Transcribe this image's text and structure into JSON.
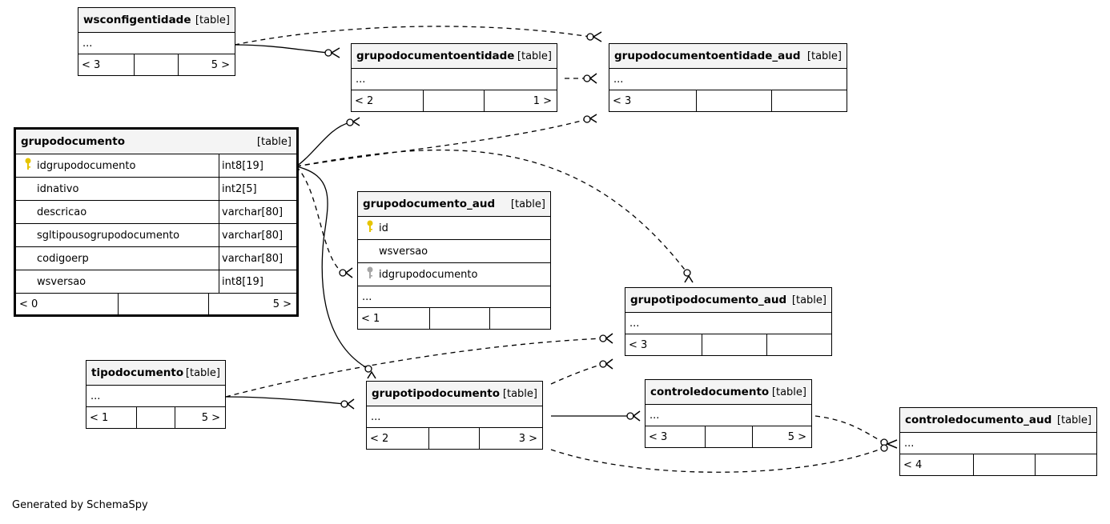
{
  "tables": {
    "wsconfigentidade": {
      "name": "wsconfigentidade",
      "kind": "[table]",
      "ellipsis": "...",
      "foot_left": "< 3",
      "foot_right": "5 >"
    },
    "grupodocumentoentidade": {
      "name": "grupodocumentoentidade",
      "kind": "[table]",
      "ellipsis": "...",
      "foot_left": "< 2",
      "foot_right": "1 >"
    },
    "grupodocumentoentidade_aud": {
      "name": "grupodocumentoentidade_aud",
      "kind": "[table]",
      "ellipsis": "...",
      "foot_left": "< 3",
      "foot_right": ""
    },
    "grupodocumento": {
      "name": "grupodocumento",
      "kind": "[table]",
      "columns": [
        {
          "name": "idgrupodocumento",
          "type": "int8[19]",
          "key": "primary"
        },
        {
          "name": "idnativo",
          "type": "int2[5]",
          "key": ""
        },
        {
          "name": "descricao",
          "type": "varchar[80]",
          "key": ""
        },
        {
          "name": "sgltipousogrupodocumento",
          "type": "varchar[80]",
          "key": ""
        },
        {
          "name": "codigoerp",
          "type": "varchar[80]",
          "key": ""
        },
        {
          "name": "wsversao",
          "type": "int8[19]",
          "key": ""
        }
      ],
      "foot_left": "< 0",
      "foot_right": "5 >"
    },
    "grupodocumento_aud": {
      "name": "grupodocumento_aud",
      "kind": "[table]",
      "columns": [
        {
          "name": "id",
          "key": "primary"
        },
        {
          "name": "wsversao",
          "key": ""
        },
        {
          "name": "idgrupodocumento",
          "key": "foreign"
        }
      ],
      "ellipsis": "...",
      "foot_left": "< 1",
      "foot_right": ""
    },
    "grupotipodocumento_aud": {
      "name": "grupotipodocumento_aud",
      "kind": "[table]",
      "ellipsis": "...",
      "foot_left": "< 3",
      "foot_right": ""
    },
    "tipodocumento": {
      "name": "tipodocumento",
      "kind": "[table]",
      "ellipsis": "...",
      "foot_left": "< 1",
      "foot_right": "5 >"
    },
    "grupotipodocumento": {
      "name": "grupotipodocumento",
      "kind": "[table]",
      "ellipsis": "...",
      "foot_left": "< 2",
      "foot_right": "3 >"
    },
    "controledocumento": {
      "name": "controledocumento",
      "kind": "[table]",
      "ellipsis": "...",
      "foot_left": "< 3",
      "foot_right": "5 >"
    },
    "controledocumento_aud": {
      "name": "controledocumento_aud",
      "kind": "[table]",
      "ellipsis": "...",
      "foot_left": "< 4",
      "foot_right": ""
    }
  },
  "footer": {
    "generated_by": "Generated by SchemaSpy"
  },
  "colors": {
    "primary_key": "#e6c400",
    "foreign_key": "#a6a6a6",
    "header_bg": "#f4f4f4"
  },
  "icons": {
    "primary_key": "key-icon",
    "foreign_key": "key-icon"
  }
}
